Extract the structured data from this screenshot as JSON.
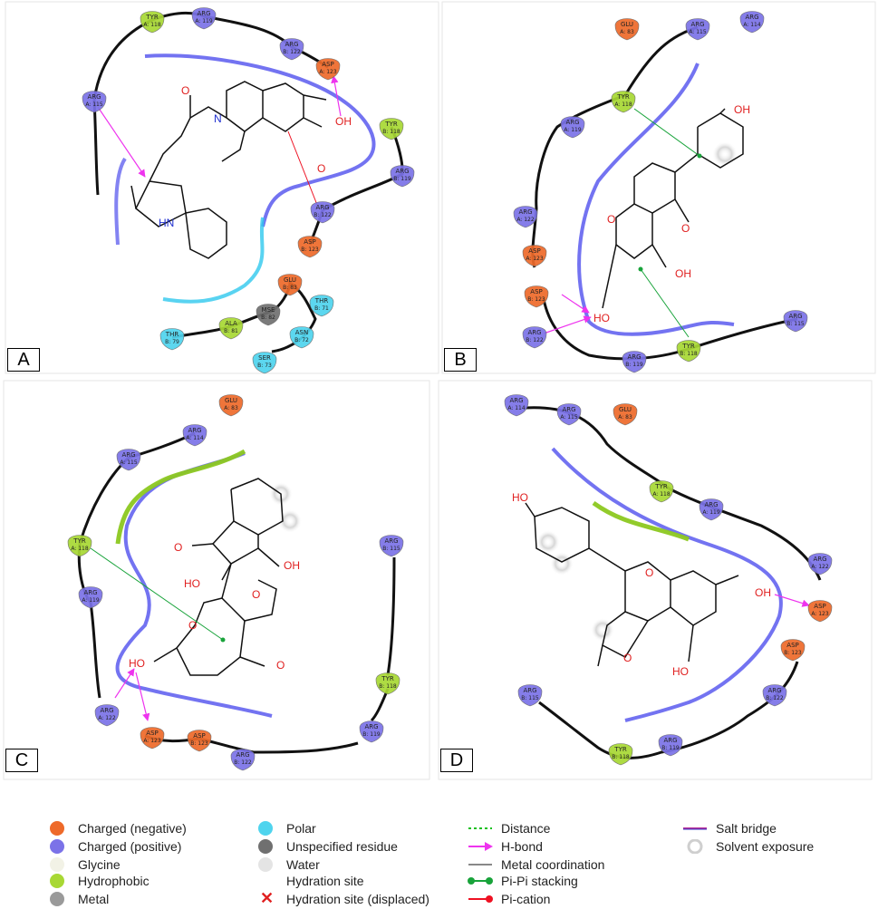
{
  "panels": [
    {
      "letter": "A",
      "residues": [
        {
          "name": "TYR",
          "chain": "A: 118",
          "kind": "hydrophobic"
        },
        {
          "name": "ARG",
          "chain": "A: 119",
          "kind": "positive"
        },
        {
          "name": "ARG",
          "chain": "B: 122",
          "kind": "positive"
        },
        {
          "name": "ASP",
          "chain": "A: 123",
          "kind": "negative"
        },
        {
          "name": "ARG",
          "chain": "A: 115",
          "kind": "positive"
        },
        {
          "name": "TYR",
          "chain": "B: 118",
          "kind": "hydrophobic"
        },
        {
          "name": "ARG",
          "chain": "B: 119",
          "kind": "positive"
        },
        {
          "name": "ARG",
          "chain": "B: 122",
          "kind": "positive"
        },
        {
          "name": "ASP",
          "chain": "B: 123",
          "kind": "negative"
        },
        {
          "name": "GLU",
          "chain": "B: 83",
          "kind": "negative"
        },
        {
          "name": "MSE",
          "chain": "B: 82",
          "kind": "unspecified"
        },
        {
          "name": "THR",
          "chain": "B: 71",
          "kind": "polar"
        },
        {
          "name": "ALA",
          "chain": "B: 81",
          "kind": "hydrophobic"
        },
        {
          "name": "ASN",
          "chain": "B: 72",
          "kind": "polar"
        },
        {
          "name": "THR",
          "chain": "B: 79",
          "kind": "polar"
        },
        {
          "name": "SER",
          "chain": "B: 73",
          "kind": "polar"
        }
      ],
      "atoms": [
        "O",
        "N",
        "OH",
        "O",
        "HN"
      ]
    },
    {
      "letter": "B",
      "residues": [
        {
          "name": "GLU",
          "chain": "A: 83",
          "kind": "negative"
        },
        {
          "name": "ARG",
          "chain": "A: 115",
          "kind": "positive"
        },
        {
          "name": "ARG",
          "chain": "A: 114",
          "kind": "positive"
        },
        {
          "name": "TYR",
          "chain": "A: 118",
          "kind": "hydrophobic"
        },
        {
          "name": "ARG",
          "chain": "A: 119",
          "kind": "positive"
        },
        {
          "name": "ARG",
          "chain": "A: 122",
          "kind": "positive"
        },
        {
          "name": "ASP",
          "chain": "A: 123",
          "kind": "negative"
        },
        {
          "name": "ASP",
          "chain": "B: 123",
          "kind": "negative"
        },
        {
          "name": "ARG",
          "chain": "B: 122",
          "kind": "positive"
        },
        {
          "name": "ARG",
          "chain": "B: 119",
          "kind": "positive"
        },
        {
          "name": "TYR",
          "chain": "B: 118",
          "kind": "hydrophobic"
        },
        {
          "name": "ARG",
          "chain": "B: 115",
          "kind": "positive"
        }
      ],
      "atoms": [
        "OH",
        "O",
        "O",
        "OH",
        "HO"
      ]
    },
    {
      "letter": "C",
      "residues": [
        {
          "name": "GLU",
          "chain": "A: 83",
          "kind": "negative"
        },
        {
          "name": "ARG",
          "chain": "A: 114",
          "kind": "positive"
        },
        {
          "name": "ARG",
          "chain": "A: 115",
          "kind": "positive"
        },
        {
          "name": "TYR",
          "chain": "A: 118",
          "kind": "hydrophobic"
        },
        {
          "name": "ARG",
          "chain": "A: 119",
          "kind": "positive"
        },
        {
          "name": "ARG",
          "chain": "A: 122",
          "kind": "positive"
        },
        {
          "name": "ASP",
          "chain": "A: 123",
          "kind": "negative"
        },
        {
          "name": "ASP",
          "chain": "B: 123",
          "kind": "negative"
        },
        {
          "name": "ARG",
          "chain": "B: 122",
          "kind": "positive"
        },
        {
          "name": "ARG",
          "chain": "B: 119",
          "kind": "positive"
        },
        {
          "name": "TYR",
          "chain": "B: 118",
          "kind": "hydrophobic"
        },
        {
          "name": "ARG",
          "chain": "B: 115",
          "kind": "positive"
        }
      ],
      "atoms": [
        "O",
        "OH",
        "HO",
        "O",
        "O",
        "O",
        "HO"
      ]
    },
    {
      "letter": "D",
      "residues": [
        {
          "name": "ARG",
          "chain": "A: 114",
          "kind": "positive"
        },
        {
          "name": "ARG",
          "chain": "A: 115",
          "kind": "positive"
        },
        {
          "name": "GLU",
          "chain": "A: 83",
          "kind": "negative"
        },
        {
          "name": "TYR",
          "chain": "A: 118",
          "kind": "hydrophobic"
        },
        {
          "name": "ARG",
          "chain": "A: 119",
          "kind": "positive"
        },
        {
          "name": "ARG",
          "chain": "A: 122",
          "kind": "positive"
        },
        {
          "name": "ASP",
          "chain": "A: 123",
          "kind": "negative"
        },
        {
          "name": "ASP",
          "chain": "B: 123",
          "kind": "negative"
        },
        {
          "name": "ARG",
          "chain": "B: 122",
          "kind": "positive"
        },
        {
          "name": "ARG",
          "chain": "B: 115",
          "kind": "positive"
        },
        {
          "name": "ARG",
          "chain": "B: 119",
          "kind": "positive"
        },
        {
          "name": "TYR",
          "chain": "B: 118",
          "kind": "hydrophobic"
        }
      ],
      "atoms": [
        "HO",
        "O",
        "OH",
        "O",
        "HO"
      ]
    }
  ],
  "legend": [
    {
      "label": "Charged (negative)",
      "sym": "negative"
    },
    {
      "label": "Charged (positive)",
      "sym": "positive"
    },
    {
      "label": "Glycine",
      "sym": "glycine"
    },
    {
      "label": "Hydrophobic",
      "sym": "hydrophobic"
    },
    {
      "label": "Metal",
      "sym": "metal"
    },
    {
      "label": "Polar",
      "sym": "polar"
    },
    {
      "label": "Unspecified residue",
      "sym": "unspecified"
    },
    {
      "label": "Water",
      "sym": "water"
    },
    {
      "label": "Hydration site",
      "sym": "none"
    },
    {
      "label": "Hydration site (displaced)",
      "sym": "cross"
    },
    {
      "label": "Distance",
      "sym": "distance"
    },
    {
      "label": "H-bond",
      "sym": "hbond"
    },
    {
      "label": "Metal coordination",
      "sym": "metalcoord"
    },
    {
      "label": "Pi-Pi stacking",
      "sym": "pipi"
    },
    {
      "label": "Pi-cation",
      "sym": "pication"
    },
    {
      "label": "Salt bridge",
      "sym": "saltbridge"
    },
    {
      "label": "Solvent exposure",
      "sym": "solvent"
    }
  ],
  "colors": {
    "negative": "#ee6a2a",
    "positive": "#7b72e8",
    "glycine": "#f2f2e6",
    "hydrophobic": "#a8d834",
    "metal": "#9a9a9a",
    "polar": "#4fd4ee",
    "unspecified": "#707070",
    "water": "#e4e4e4",
    "hbond": "#ee33ee",
    "pipi": "#18a33a",
    "pication": "#ee1122",
    "saltbridge": "#b8309a",
    "pocket_blue": "#5a5aee",
    "pocket_cyan": "#30c8ee",
    "pocket_green": "#8cc820",
    "atom_red": "#e02020",
    "atom_blue": "#2030d0"
  }
}
